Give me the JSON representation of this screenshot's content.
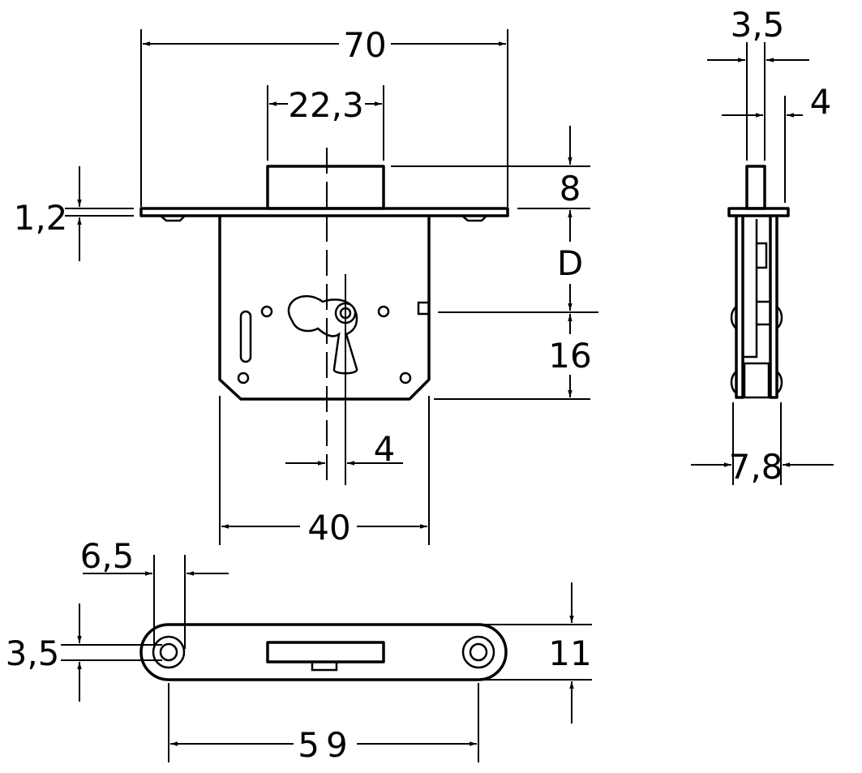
{
  "dimensions": {
    "front_width": "70",
    "bolt_width": "22,3",
    "bolt_height": "8",
    "faceplate_thickness": "1,2",
    "backset": "D",
    "key_offset": "16",
    "key_slot": "4",
    "case_width": "40",
    "side_bolt": "3,5",
    "side_plate": "4",
    "side_depth": "7,8",
    "strike_hole_dia": "6,5",
    "strike_hole_height": "3,5",
    "strike_height": "11",
    "strike_hole_spacing": "59"
  }
}
